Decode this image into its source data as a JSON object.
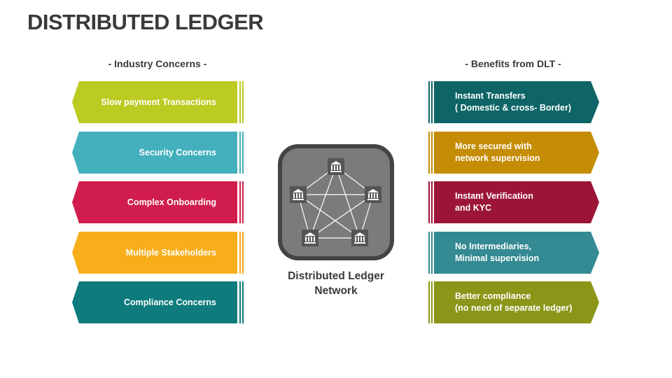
{
  "title": "DISTRIBUTED LEDGER",
  "left_heading": "- Industry Concerns -",
  "right_heading": "- Benefits from DLT -",
  "concerns": [
    {
      "label": "Slow payment Transactions",
      "color": "#bccb22"
    },
    {
      "label": "Security Concerns",
      "color": "#45b0bd"
    },
    {
      "label": "Complex Onboarding",
      "color": "#d11d4e"
    },
    {
      "label": "Multiple Stakeholders",
      "color": "#f7ae1a"
    },
    {
      "label": "Compliance Concerns",
      "color": "#0e7b7c"
    }
  ],
  "benefits": [
    {
      "line1": "Instant Transfers",
      "line2": "( Domestic & cross- Border)",
      "color": "#0e6466"
    },
    {
      "line1": "More secured with",
      "line2": "network supervision",
      "color": "#c58c05"
    },
    {
      "line1": "Instant Verification",
      "line2": "and KYC",
      "color": "#9c1539"
    },
    {
      "line1": "No Intermediaries,",
      "line2": "Minimal supervision",
      "color": "#338a92"
    },
    {
      "line1": "Better compliance",
      "line2": "(no need of separate ledger)",
      "color": "#8b9619"
    }
  ],
  "network": {
    "line1": "Distributed Ledger",
    "line2": "Network",
    "icon": "bank-icon",
    "box_color": "#7b7b7b",
    "border_color": "#444444"
  }
}
